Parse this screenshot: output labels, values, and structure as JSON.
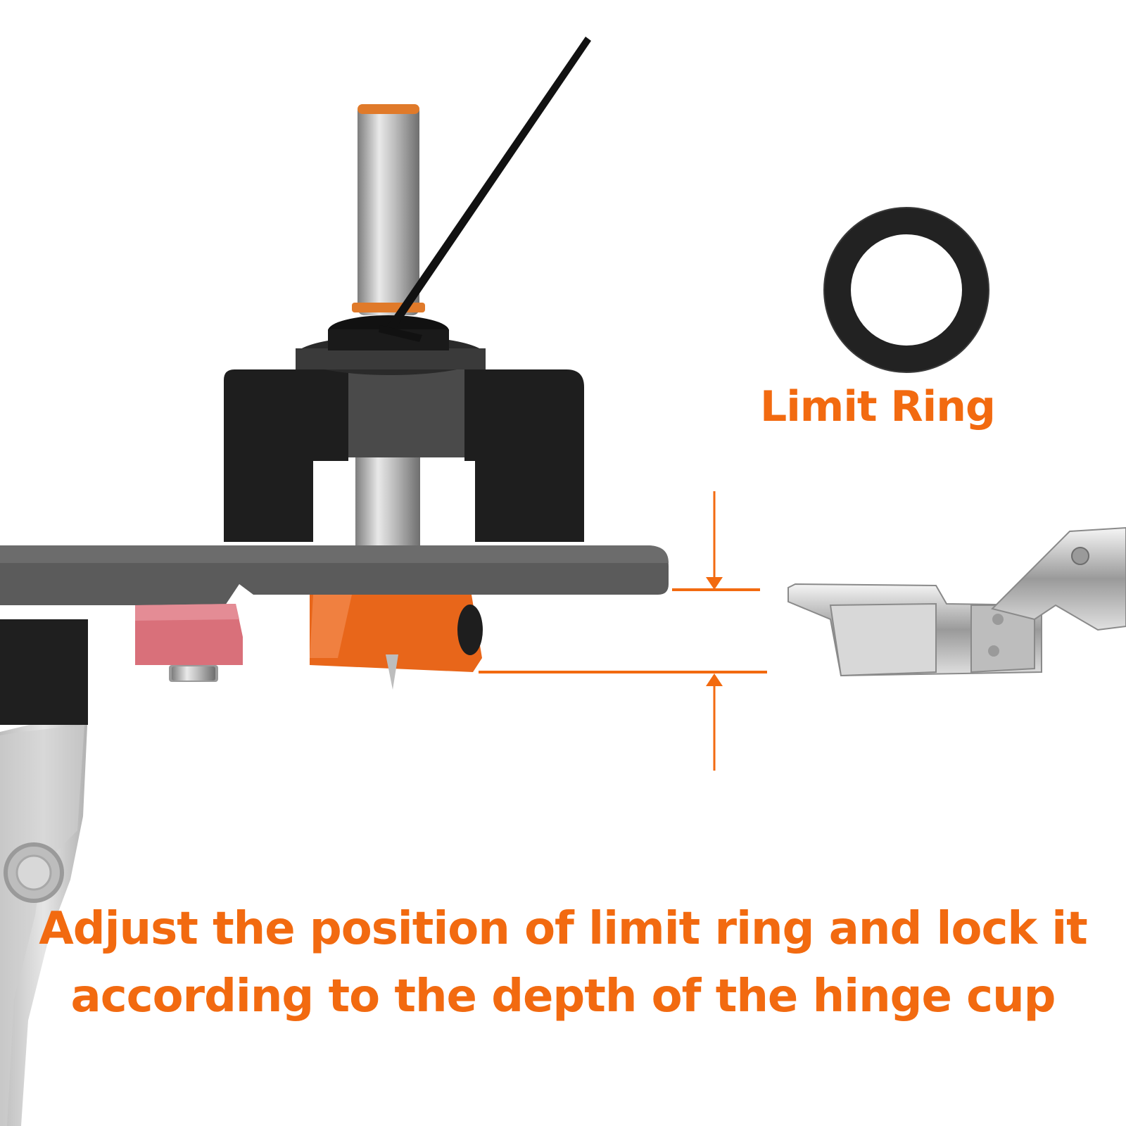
{
  "limit_ring_label": "Limit Ring",
  "caption": {
    "line1": "Adjust the position of limit ring and lock it",
    "line2": "according to the depth of the hinge cup"
  },
  "colors": {
    "accent": "#f26a10",
    "jig_body": "#1e1e1e",
    "base_plate": "#5a5a5a",
    "stop_block": "#d9707a",
    "chrome": "#c8c8c8",
    "clamp": "#d6d6d6"
  }
}
